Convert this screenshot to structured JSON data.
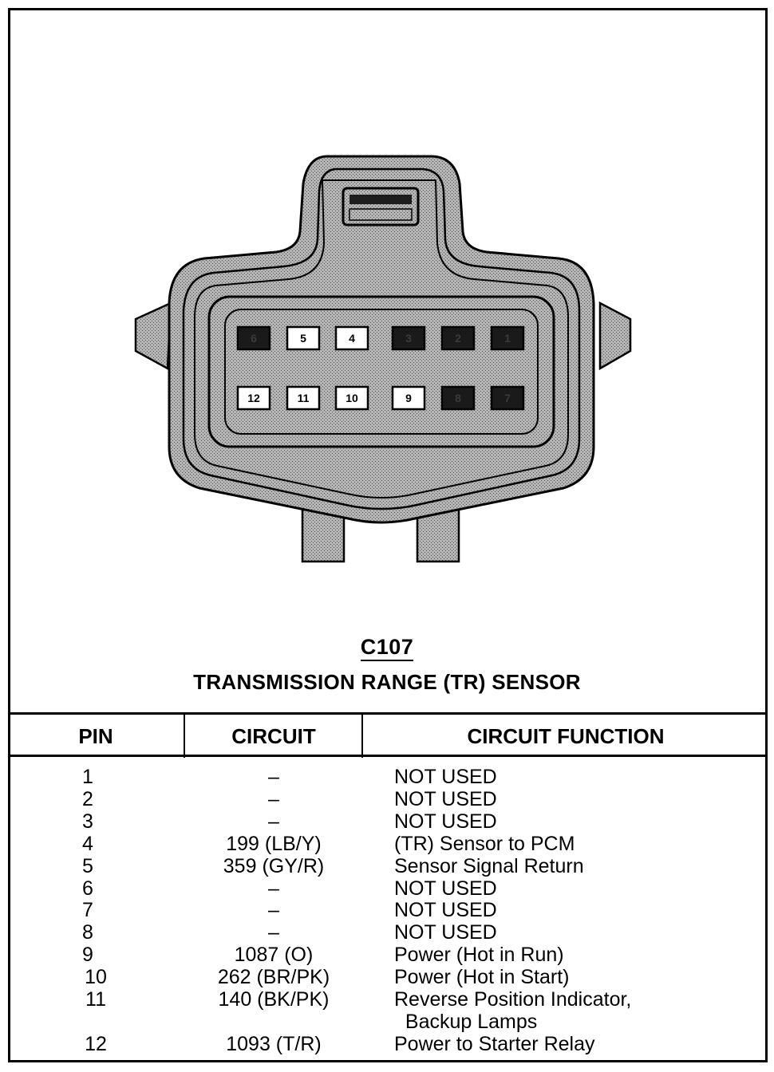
{
  "connector": {
    "id": "C107",
    "title": "TRANSMISSION RANGE (TR) SENSOR",
    "top_row": [
      {
        "pin": "6",
        "used": false
      },
      {
        "pin": "5",
        "used": true
      },
      {
        "pin": "4",
        "used": true
      },
      {
        "pin": "3",
        "used": false
      },
      {
        "pin": "2",
        "used": false
      },
      {
        "pin": "1",
        "used": false
      }
    ],
    "bottom_row": [
      {
        "pin": "12",
        "used": true
      },
      {
        "pin": "11",
        "used": true
      },
      {
        "pin": "10",
        "used": true
      },
      {
        "pin": "9",
        "used": true
      },
      {
        "pin": "8",
        "used": false
      },
      {
        "pin": "7",
        "used": false
      }
    ]
  },
  "table": {
    "headers": {
      "pin": "PIN",
      "circuit": "CIRCUIT",
      "function": "CIRCUIT FUNCTION"
    },
    "rows": [
      {
        "pin": "1",
        "circuit": "–",
        "function": "NOT USED"
      },
      {
        "pin": "2",
        "circuit": "–",
        "function": "NOT USED"
      },
      {
        "pin": "3",
        "circuit": "–",
        "function": "NOT USED"
      },
      {
        "pin": "4",
        "circuit": "199 (LB/Y)",
        "function": "(TR) Sensor to PCM"
      },
      {
        "pin": "5",
        "circuit": "359 (GY/R)",
        "function": "Sensor Signal Return"
      },
      {
        "pin": "6",
        "circuit": "–",
        "function": "NOT USED"
      },
      {
        "pin": "7",
        "circuit": "–",
        "function": "NOT USED"
      },
      {
        "pin": "8",
        "circuit": "–",
        "function": "NOT USED"
      },
      {
        "pin": "9",
        "circuit": "1087 (O)",
        "function": "Power (Hot in Run)"
      },
      {
        "pin": "10",
        "circuit": "262 (BR/PK)",
        "function": "Power (Hot in Start)"
      },
      {
        "pin": "11",
        "circuit": "140 (BK/PK)",
        "function": "Reverse Position Indicator,"
      },
      {
        "pin": "",
        "circuit": "",
        "function": "  Backup Lamps"
      },
      {
        "pin": "12",
        "circuit": "1093 (T/R)",
        "function": "Power to Starter Relay"
      }
    ]
  },
  "colors": {
    "housing": "#a9a9a9",
    "used_pin": "#ffffff",
    "unused_pin": "#1a1a1a",
    "ink": "#000000"
  }
}
